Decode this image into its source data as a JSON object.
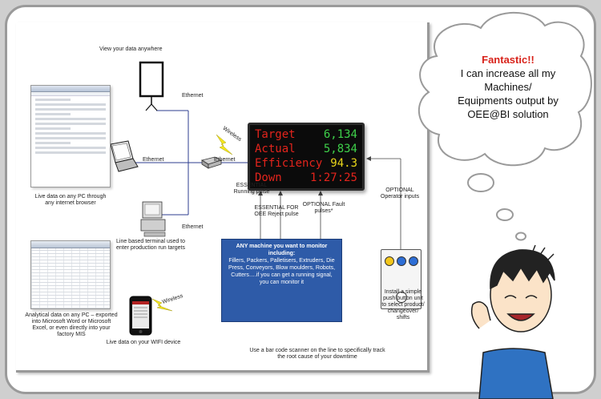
{
  "diagram": {
    "view_anywhere": "View your data anywhere",
    "ethernet_labels": [
      "Ethernet",
      "Ethernet",
      "Ethernet",
      "Ethernet"
    ],
    "wireless_labels": [
      "Wireless",
      "Wireless"
    ],
    "live_pc": "Live data on any PC through any internet browser",
    "line_terminal": "Line based terminal used to enter production run targets",
    "analytical": "Analytical data on any PC – exported into Microsoft Word or Microsoft Excel, or even directly into your factory MIS",
    "wifi_device": "Live data on your WIFI device",
    "display": {
      "rows": [
        {
          "key": "Target",
          "value": "6,134",
          "color": "#3ed04a"
        },
        {
          "key": "Actual",
          "value": "5,834",
          "color": "#3ed04a"
        },
        {
          "key": "Efficiency",
          "value": "94.3",
          "color": "#e9d61a"
        },
        {
          "key": "Down",
          "value": "1:27:25",
          "color": "#e3241c"
        }
      ]
    },
    "essential_running": "ESSENTIAL Running pulse",
    "essential_reject": "ESSENTIAL FOR OEE Reject pulse",
    "optional_fault": "OPTIONAL Fault pulses*",
    "optional_operator": "OPTIONAL Operator inputs",
    "machine_title": "ANY machine you want to monitor including:",
    "machine_list": "Fillers, Packers, Palletisers, Extruders, Die Press, Conveyors, Blow moulders, Robots, Cutters….if you can get a running signal, you can monitor it",
    "pushbutton": "Install a simple push button unit to select product/ changeover/ shifts",
    "barcode": "Use a bar code scanner on the line to specifically track the root cause of your downtime"
  },
  "thought": {
    "headline": "Fantastic!!",
    "lines": [
      "I can increase all my",
      "Machines/",
      "Equipments output by",
      "OEE@BI solution"
    ],
    "headline_color": "#d8231b"
  }
}
